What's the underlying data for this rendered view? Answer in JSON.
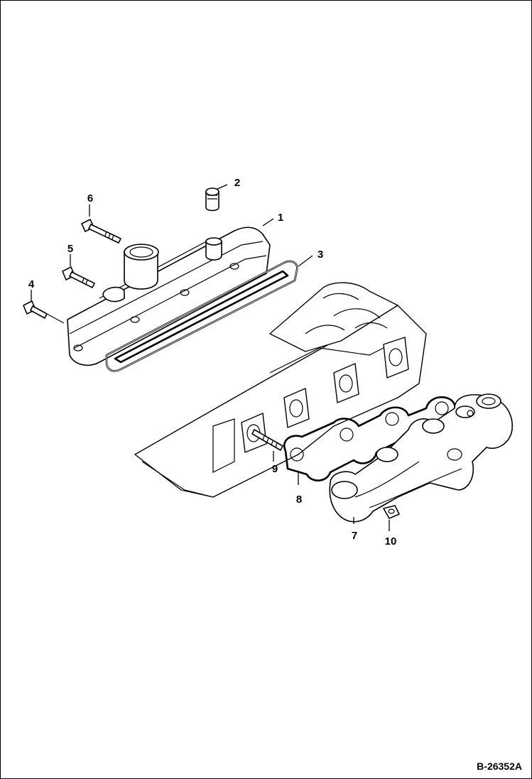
{
  "diagram": {
    "figure_id": "B-26352A",
    "callouts": [
      {
        "key": "1",
        "label": "1"
      },
      {
        "key": "2",
        "label": "2"
      },
      {
        "key": "3",
        "label": "3"
      },
      {
        "key": "4",
        "label": "4"
      },
      {
        "key": "5",
        "label": "5"
      },
      {
        "key": "6",
        "label": "6"
      },
      {
        "key": "7",
        "label": "7"
      },
      {
        "key": "8",
        "label": "8"
      },
      {
        "key": "9",
        "label": "9"
      },
      {
        "key": "10",
        "label": "10"
      }
    ]
  }
}
